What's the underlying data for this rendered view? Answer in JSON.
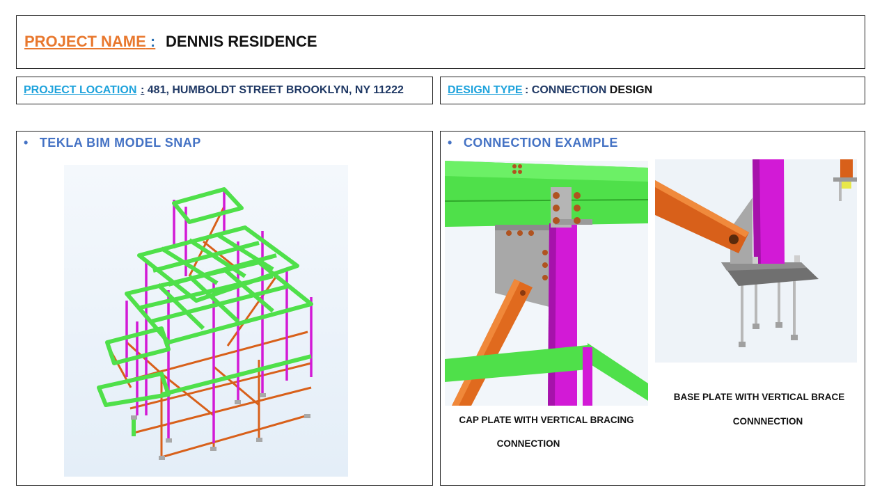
{
  "header": {
    "project_label": "PROJECT NAME",
    "project_colon": " :",
    "project_name": "DENNIS RESIDENCE"
  },
  "location": {
    "label": "PROJECT LOCATION",
    "colon": ":",
    "value": " 481, HUMBOLDT STREET BROOKLYN, NY 11222"
  },
  "design": {
    "label": "DESIGN TYPE",
    "value_a": ": CONNECTION ",
    "value_b": "DESIGN"
  },
  "left_panel": {
    "bullet": "•",
    "heading": "TEKLA BIM MODEL SNAP"
  },
  "right_panel": {
    "bullet": "•",
    "heading": "CONNECTION EXAMPLE",
    "caption_cap_line1": "CAP PLATE WITH VERTICAL BRACING",
    "caption_cap_line2": "CONNECTION",
    "caption_base_line1": "BASE PLATE WITH VERTICAL BRACE",
    "caption_base_line2": "CONNNECTION"
  },
  "colors": {
    "beam_green": "#4fe04a",
    "column_magenta": "#d21ad6",
    "brace_orange": "#d8601a",
    "plate_gray": "#a8a8a8",
    "bg_sky": "#eaf2fa"
  }
}
